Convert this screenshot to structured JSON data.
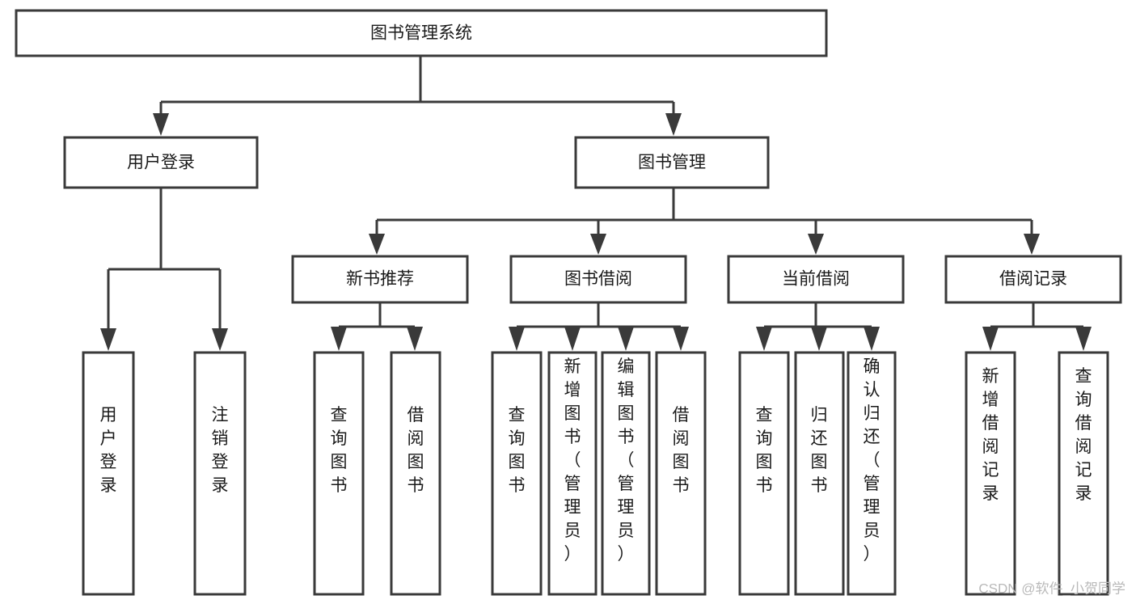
{
  "diagram": {
    "title": "图书管理系统",
    "type": "tree-hierarchy-chart",
    "orientation": "top-down",
    "background_color": "#ffffff",
    "box_stroke_color": "#3a3a3a",
    "box_fill_color": "#ffffff",
    "connector_color": "#3a3a3a",
    "text_color": "#1a1a1a"
  },
  "nodes": {
    "root": {
      "label": "图书管理系统",
      "level": 1,
      "orientation": "horizontal"
    },
    "level2": [
      {
        "id": "user-login",
        "label": "用户登录",
        "orientation": "horizontal"
      },
      {
        "id": "book-management",
        "label": "图书管理",
        "orientation": "horizontal"
      }
    ],
    "level3": [
      {
        "id": "new-book-recommend",
        "label": "新书推荐",
        "orientation": "horizontal"
      },
      {
        "id": "book-borrow",
        "label": "图书借阅",
        "orientation": "horizontal"
      },
      {
        "id": "current-borrow",
        "label": "当前借阅",
        "orientation": "horizontal"
      },
      {
        "id": "borrow-record",
        "label": "借阅记录",
        "orientation": "horizontal"
      }
    ],
    "leaves": [
      {
        "id": "leaf-user-login",
        "label": "用户登录",
        "parent": "user-login",
        "orientation": "vertical"
      },
      {
        "id": "leaf-logout-login",
        "label": "注销登录",
        "parent": "user-login",
        "orientation": "vertical"
      },
      {
        "id": "leaf-query-book-1",
        "label": "查询图书",
        "parent": "new-book-recommend",
        "orientation": "vertical"
      },
      {
        "id": "leaf-borrow-book-1",
        "label": "借阅图书",
        "parent": "new-book-recommend",
        "orientation": "vertical"
      },
      {
        "id": "leaf-query-book-2",
        "label": "查询图书",
        "parent": "book-borrow",
        "orientation": "vertical"
      },
      {
        "id": "leaf-add-book",
        "label": "新增图书（管理员）",
        "parent": "book-borrow",
        "orientation": "vertical"
      },
      {
        "id": "leaf-edit-book",
        "label": "编辑图书（管理员）",
        "parent": "book-borrow",
        "orientation": "vertical"
      },
      {
        "id": "leaf-borrow-book-2",
        "label": "借阅图书",
        "parent": "book-borrow",
        "orientation": "vertical"
      },
      {
        "id": "leaf-query-book-3",
        "label": "查询图书",
        "parent": "current-borrow",
        "orientation": "vertical"
      },
      {
        "id": "leaf-return-book",
        "label": "归还图书",
        "parent": "current-borrow",
        "orientation": "vertical"
      },
      {
        "id": "leaf-confirm-return",
        "label": "确认归还（管理员）",
        "parent": "current-borrow",
        "orientation": "vertical"
      },
      {
        "id": "leaf-add-record",
        "label": "新增借阅记录",
        "parent": "borrow-record",
        "orientation": "vertical"
      },
      {
        "id": "leaf-query-record",
        "label": "查询借阅记录",
        "parent": "borrow-record",
        "orientation": "vertical"
      }
    ]
  },
  "watermark": {
    "text": "CSDN @软件_小贺同学"
  }
}
